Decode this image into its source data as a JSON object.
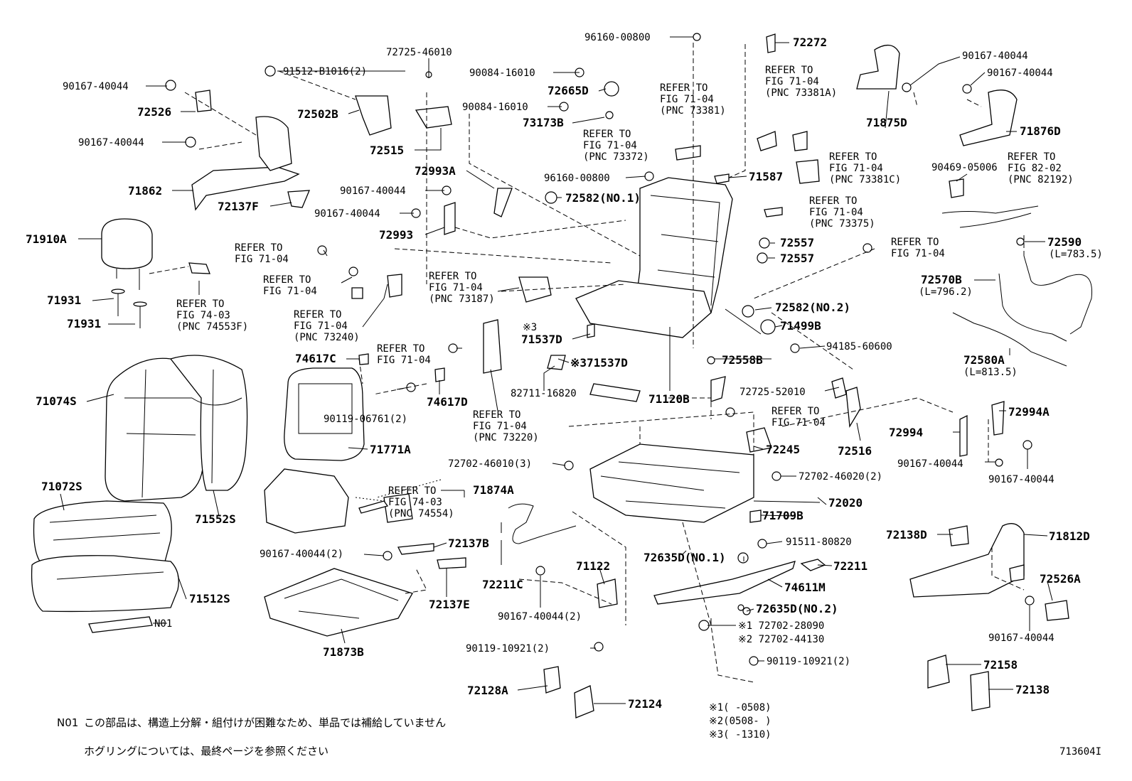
{
  "diagram_id": "713604I",
  "labels": [
    {
      "id": "l1",
      "text": "96160-00800"
    },
    {
      "id": "l2",
      "text": "72272"
    },
    {
      "id": "l3",
      "text": "72725-46010"
    },
    {
      "id": "l4",
      "text": "90084-16010"
    },
    {
      "id": "l5",
      "text": "72665D"
    },
    {
      "id": "l6",
      "text": "90084-16010"
    },
    {
      "id": "l7",
      "text": "73173B"
    },
    {
      "id": "l8",
      "text": "91512-B1016(2)"
    },
    {
      "id": "l9",
      "text": "90167-40044"
    },
    {
      "id": "l10",
      "text": "72526"
    },
    {
      "id": "l11",
      "text": "72502B"
    },
    {
      "id": "l12",
      "text": "90167-40044"
    },
    {
      "id": "l13",
      "text": "72515"
    },
    {
      "id": "l14",
      "text": "71862"
    },
    {
      "id": "l15",
      "text": "72137F"
    },
    {
      "id": "l16",
      "text": "72993A"
    },
    {
      "id": "l17",
      "text": "90167-40044"
    },
    {
      "id": "l18",
      "text": "90167-40044"
    },
    {
      "id": "l19",
      "text": "72993"
    },
    {
      "id": "l20",
      "text": "72582(NO.1)"
    },
    {
      "id": "l21",
      "text": "96160-00800"
    },
    {
      "id": "l22",
      "text": "71587"
    },
    {
      "id": "l23",
      "text": "71875D"
    },
    {
      "id": "l24",
      "text": "90167-40044"
    },
    {
      "id": "l25",
      "text": "90167-40044"
    },
    {
      "id": "l26",
      "text": "71876D"
    },
    {
      "id": "l27",
      "text": "90469-05006"
    },
    {
      "id": "l28",
      "text": "71910A"
    },
    {
      "id": "l29",
      "text": "71931"
    },
    {
      "id": "l30",
      "text": "71931"
    },
    {
      "id": "l31",
      "text": "72557"
    },
    {
      "id": "l32",
      "text": "72557"
    },
    {
      "id": "l33",
      "text": "72590"
    },
    {
      "id": "l34",
      "text": "(L=783.5)"
    },
    {
      "id": "l35",
      "text": "72570B"
    },
    {
      "id": "l36",
      "text": "(L=796.2)"
    },
    {
      "id": "l37",
      "text": "72582(NO.2)"
    },
    {
      "id": "l38",
      "text": "71499B"
    },
    {
      "id": "l39",
      "text": "94185-60600"
    },
    {
      "id": "l40",
      "text": "72580A"
    },
    {
      "id": "l41",
      "text": "(L=813.5)"
    },
    {
      "id": "l42",
      "text": "※3"
    },
    {
      "id": "l43",
      "text": "71537D"
    },
    {
      "id": "l44",
      "text": "※371537D"
    },
    {
      "id": "l45",
      "text": "74617C"
    },
    {
      "id": "l46",
      "text": "74617D"
    },
    {
      "id": "l47",
      "text": "90119-06761(2)"
    },
    {
      "id": "l48",
      "text": "82711-16820"
    },
    {
      "id": "l49",
      "text": "71120B"
    },
    {
      "id": "l50",
      "text": "72558B"
    },
    {
      "id": "l51",
      "text": "72725-52010"
    },
    {
      "id": "l52",
      "text": "72516"
    },
    {
      "id": "l53",
      "text": "72994A"
    },
    {
      "id": "l54",
      "text": "72994"
    },
    {
      "id": "l55",
      "text": "90167-40044"
    },
    {
      "id": "l56",
      "text": "90167-40044"
    },
    {
      "id": "l57",
      "text": "71074S"
    },
    {
      "id": "l58",
      "text": "71771A"
    },
    {
      "id": "l59",
      "text": "72702-46010(3)"
    },
    {
      "id": "l60",
      "text": "72245"
    },
    {
      "id": "l61",
      "text": "72702-46020(2)"
    },
    {
      "id": "l62",
      "text": "71072S"
    },
    {
      "id": "l63",
      "text": "71552S"
    },
    {
      "id": "l64",
      "text": "71874A"
    },
    {
      "id": "l65",
      "text": "72020"
    },
    {
      "id": "l66",
      "text": "71709B"
    },
    {
      "id": "l67",
      "text": "72138D"
    },
    {
      "id": "l68",
      "text": "71812D"
    },
    {
      "id": "l69",
      "text": "90167-40044(2)"
    },
    {
      "id": "l70",
      "text": "72137B"
    },
    {
      "id": "l71",
      "text": "72635D(NO.1)"
    },
    {
      "id": "l72",
      "text": "91511-80820"
    },
    {
      "id": "l73",
      "text": "72211"
    },
    {
      "id": "l74",
      "text": "71122"
    },
    {
      "id": "l75",
      "text": "72211C"
    },
    {
      "id": "l76",
      "text": "74611M"
    },
    {
      "id": "l77",
      "text": "72526A"
    },
    {
      "id": "l78",
      "text": "71512S"
    },
    {
      "id": "l79",
      "text": "72137E"
    },
    {
      "id": "l80",
      "text": "90167-40044(2)"
    },
    {
      "id": "l81",
      "text": "72635D(NO.2)"
    },
    {
      "id": "l82",
      "text": "90167-40044"
    },
    {
      "id": "l83",
      "text": "N01"
    },
    {
      "id": "l84",
      "text": "※1 72702-28090"
    },
    {
      "id": "l85",
      "text": "※2 72702-44130"
    },
    {
      "id": "l86",
      "text": "71873B"
    },
    {
      "id": "l87",
      "text": "90119-10921(2)"
    },
    {
      "id": "l88",
      "text": "90119-10921(2)"
    },
    {
      "id": "l89",
      "text": "72158"
    },
    {
      "id": "l90",
      "text": "72128A"
    },
    {
      "id": "l91",
      "text": "72124"
    },
    {
      "id": "l92",
      "text": "72138"
    }
  ],
  "refers": [
    {
      "id": "r1",
      "lines": [
        "REFER TO",
        "FIG 71-04",
        "(PNC 73381)"
      ]
    },
    {
      "id": "r2",
      "lines": [
        "REFER TO",
        "FIG 71-04",
        "(PNC 73381A)"
      ]
    },
    {
      "id": "r3",
      "lines": [
        "REFER TO",
        "FIG 71-04",
        "(PNC 73372)"
      ]
    },
    {
      "id": "r4",
      "lines": [
        "REFER TO",
        "FIG 71-04",
        "(PNC 73381C)"
      ]
    },
    {
      "id": "r5",
      "lines": [
        "REFER TO",
        "FIG 82-02",
        "(PNC 82192)"
      ]
    },
    {
      "id": "r6",
      "lines": [
        "REFER TO",
        "FIG 71-04",
        "(PNC 73375)"
      ]
    },
    {
      "id": "r7",
      "lines": [
        "REFER TO",
        "FIG 71-04"
      ]
    },
    {
      "id": "r8",
      "lines": [
        "REFER TO",
        "FIG 71-04"
      ]
    },
    {
      "id": "r9",
      "lines": [
        "REFER TO",
        "FIG 71-04"
      ]
    },
    {
      "id": "r10",
      "lines": [
        "REFER TO",
        "FIG 74-03",
        "(PNC 74553F)"
      ]
    },
    {
      "id": "r11",
      "lines": [
        "REFER TO",
        "FIG 71-04",
        "(PNC 73187)"
      ]
    },
    {
      "id": "r12",
      "lines": [
        "REFER TO",
        "FIG 71-04",
        "(PNC 73240)"
      ]
    },
    {
      "id": "r13",
      "lines": [
        "REFER TO",
        "FIG 71-04"
      ]
    },
    {
      "id": "r14",
      "lines": [
        "REFER TO",
        "FIG 71-04",
        "(PNC 73220)"
      ]
    },
    {
      "id": "r15",
      "lines": [
        "REFER TO",
        "FIG 71-04"
      ]
    },
    {
      "id": "r16",
      "lines": [
        "REFER TO",
        "FIG 74-03",
        "(PNC 74554)"
      ]
    }
  ],
  "legend": [
    {
      "id": "g1",
      "text": "※1(     -0508)"
    },
    {
      "id": "g2",
      "text": "※2(0508-     )"
    },
    {
      "id": "g3",
      "text": "※3(     -1310)"
    }
  ],
  "footnotes": {
    "n01_code": "N01",
    "n01_text": "この部品は、構造上分解・組付けが困難なため、単品では補給していません",
    "hog_text": "ホグリングについては、最終ページを参照ください"
  }
}
